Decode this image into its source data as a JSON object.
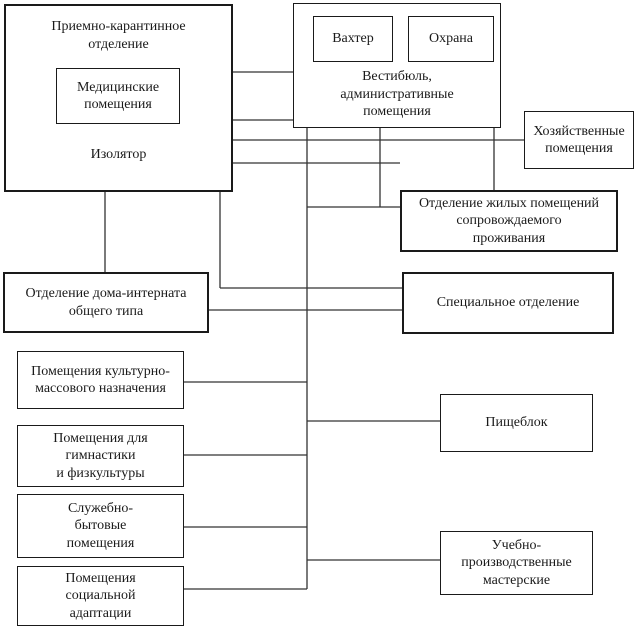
{
  "diagram": {
    "reception": {
      "title": "Приемно-карантинное\nотделение",
      "medical": "Медицинские\nпомещения",
      "isolator": "Изолятор"
    },
    "lobby": {
      "watchman": "Вахтер",
      "security": "Охрана",
      "title": "Вестибюль,\nадминистративные\nпомещения"
    },
    "household": "Хозяйственные\nпомещения",
    "assisted_living": "Отделение жилых помещений\nсопровождаемого\nпроживания",
    "general_ward": "Отделение дома-интерната\nобщего типа",
    "special_ward": "Специальное отделение",
    "culture_rooms": "Помещения культурно-\nмассового назначения",
    "gym_rooms": "Помещения для\nгимнастики\nи физкультуры",
    "service_rooms": "Служебно-\nбытовые\nпомещения",
    "social_adaptation": "Помещения\nсоциальной\nадаптации",
    "catering": "Пищеблок",
    "workshops": "Учебно-\nпроизводственные\nмастерские"
  }
}
